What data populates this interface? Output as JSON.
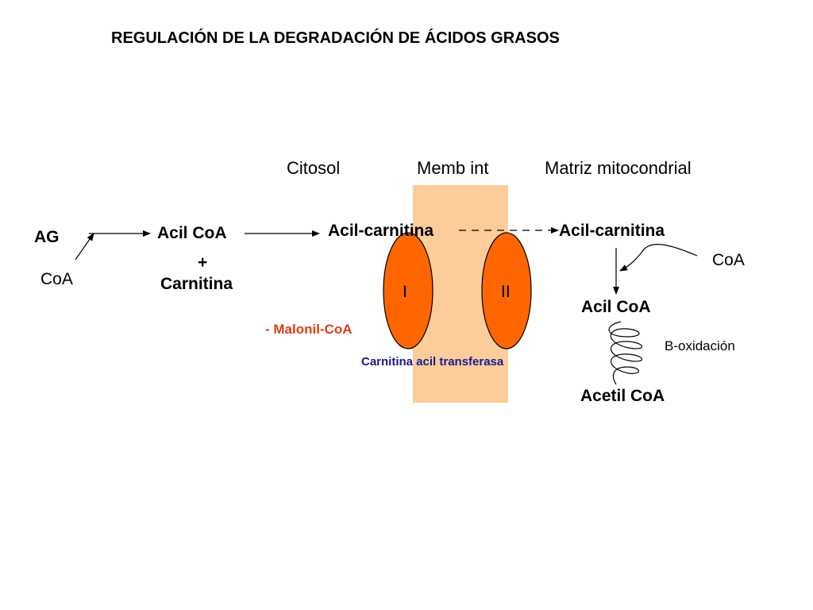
{
  "title": "REGULACIÓN DE LA DEGRADACIÓN DE ÁCIDOS GRASOS",
  "regions": {
    "cytosol": "Citosol",
    "membrane": "Memb int",
    "matrix": "Matriz mitocondrial"
  },
  "nodes": {
    "ag": "AG",
    "coa_left": "CoA",
    "acil_coa_1": "Acil CoA",
    "plus": "+",
    "carnitina": "Carnitina",
    "acil_carnitina_1": "Acil-carnitina",
    "acil_carnitina_2": "Acil-carnitina",
    "coa_right": "CoA",
    "acil_coa_2": "Acil CoA",
    "beta_oxidation": "B-oxidación",
    "acetil_coa": "Acetil CoA"
  },
  "enzyme": {
    "inhibitor": "- Malonil-CoA",
    "name": "Carnitina acil transferasa",
    "unit_1": "I",
    "unit_2": "II"
  },
  "colors": {
    "membrane_band": "#fdcc9b",
    "enzyme_fill": "#ff6600",
    "inhibitor_text": "#e03c14",
    "enzyme_text": "#1a1a8c"
  }
}
